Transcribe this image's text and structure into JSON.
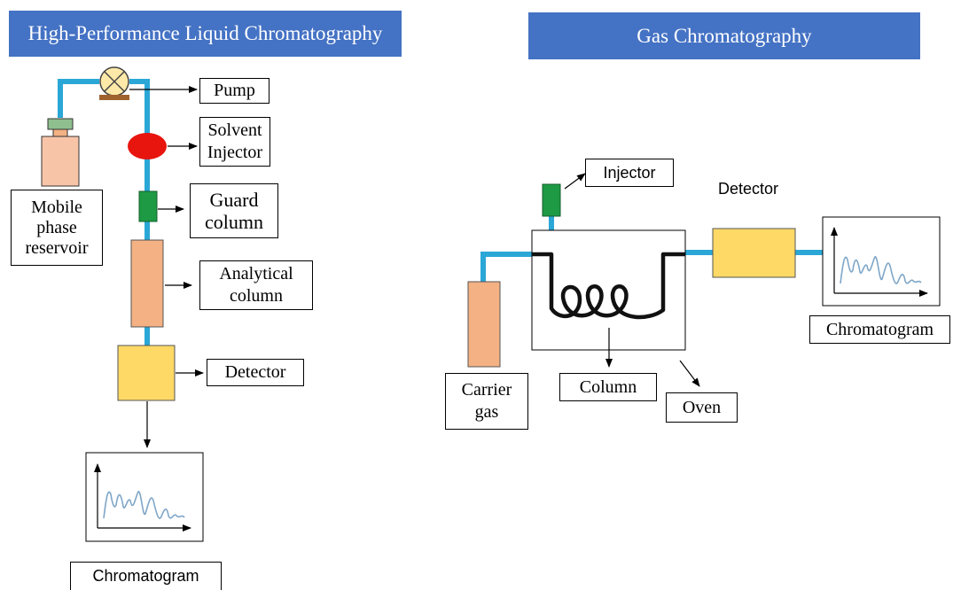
{
  "hplc": {
    "title": "High-Performance Liquid Chromatography",
    "pump": "Pump",
    "solvent_injector": [
      "Solvent",
      "Injector"
    ],
    "guard_column": [
      "Guard",
      "column"
    ],
    "analytical_column": [
      "Analytical",
      "column"
    ],
    "detector": "Detector",
    "reservoir": [
      "Mobile",
      "phase",
      "reservoir"
    ],
    "chromatogram": "Chromatogram"
  },
  "gc": {
    "title": "Gas Chromatography",
    "injector": "Injector",
    "detector": "Detector",
    "chromatogram": "Chromatogram",
    "column": "Column",
    "oven": "Oven",
    "carrier_gas": [
      "Carrier",
      "gas"
    ]
  },
  "colors": {
    "banner": "#4472c4",
    "tubing": "#2aa7d6",
    "reservoir_and_columns": "#f4b183",
    "detector": "#ffd966",
    "injector_hplc": "#e8150f",
    "guard_and_gc_injector": "#1e9a44",
    "chromatogram_trace": "#7ea6c8"
  }
}
